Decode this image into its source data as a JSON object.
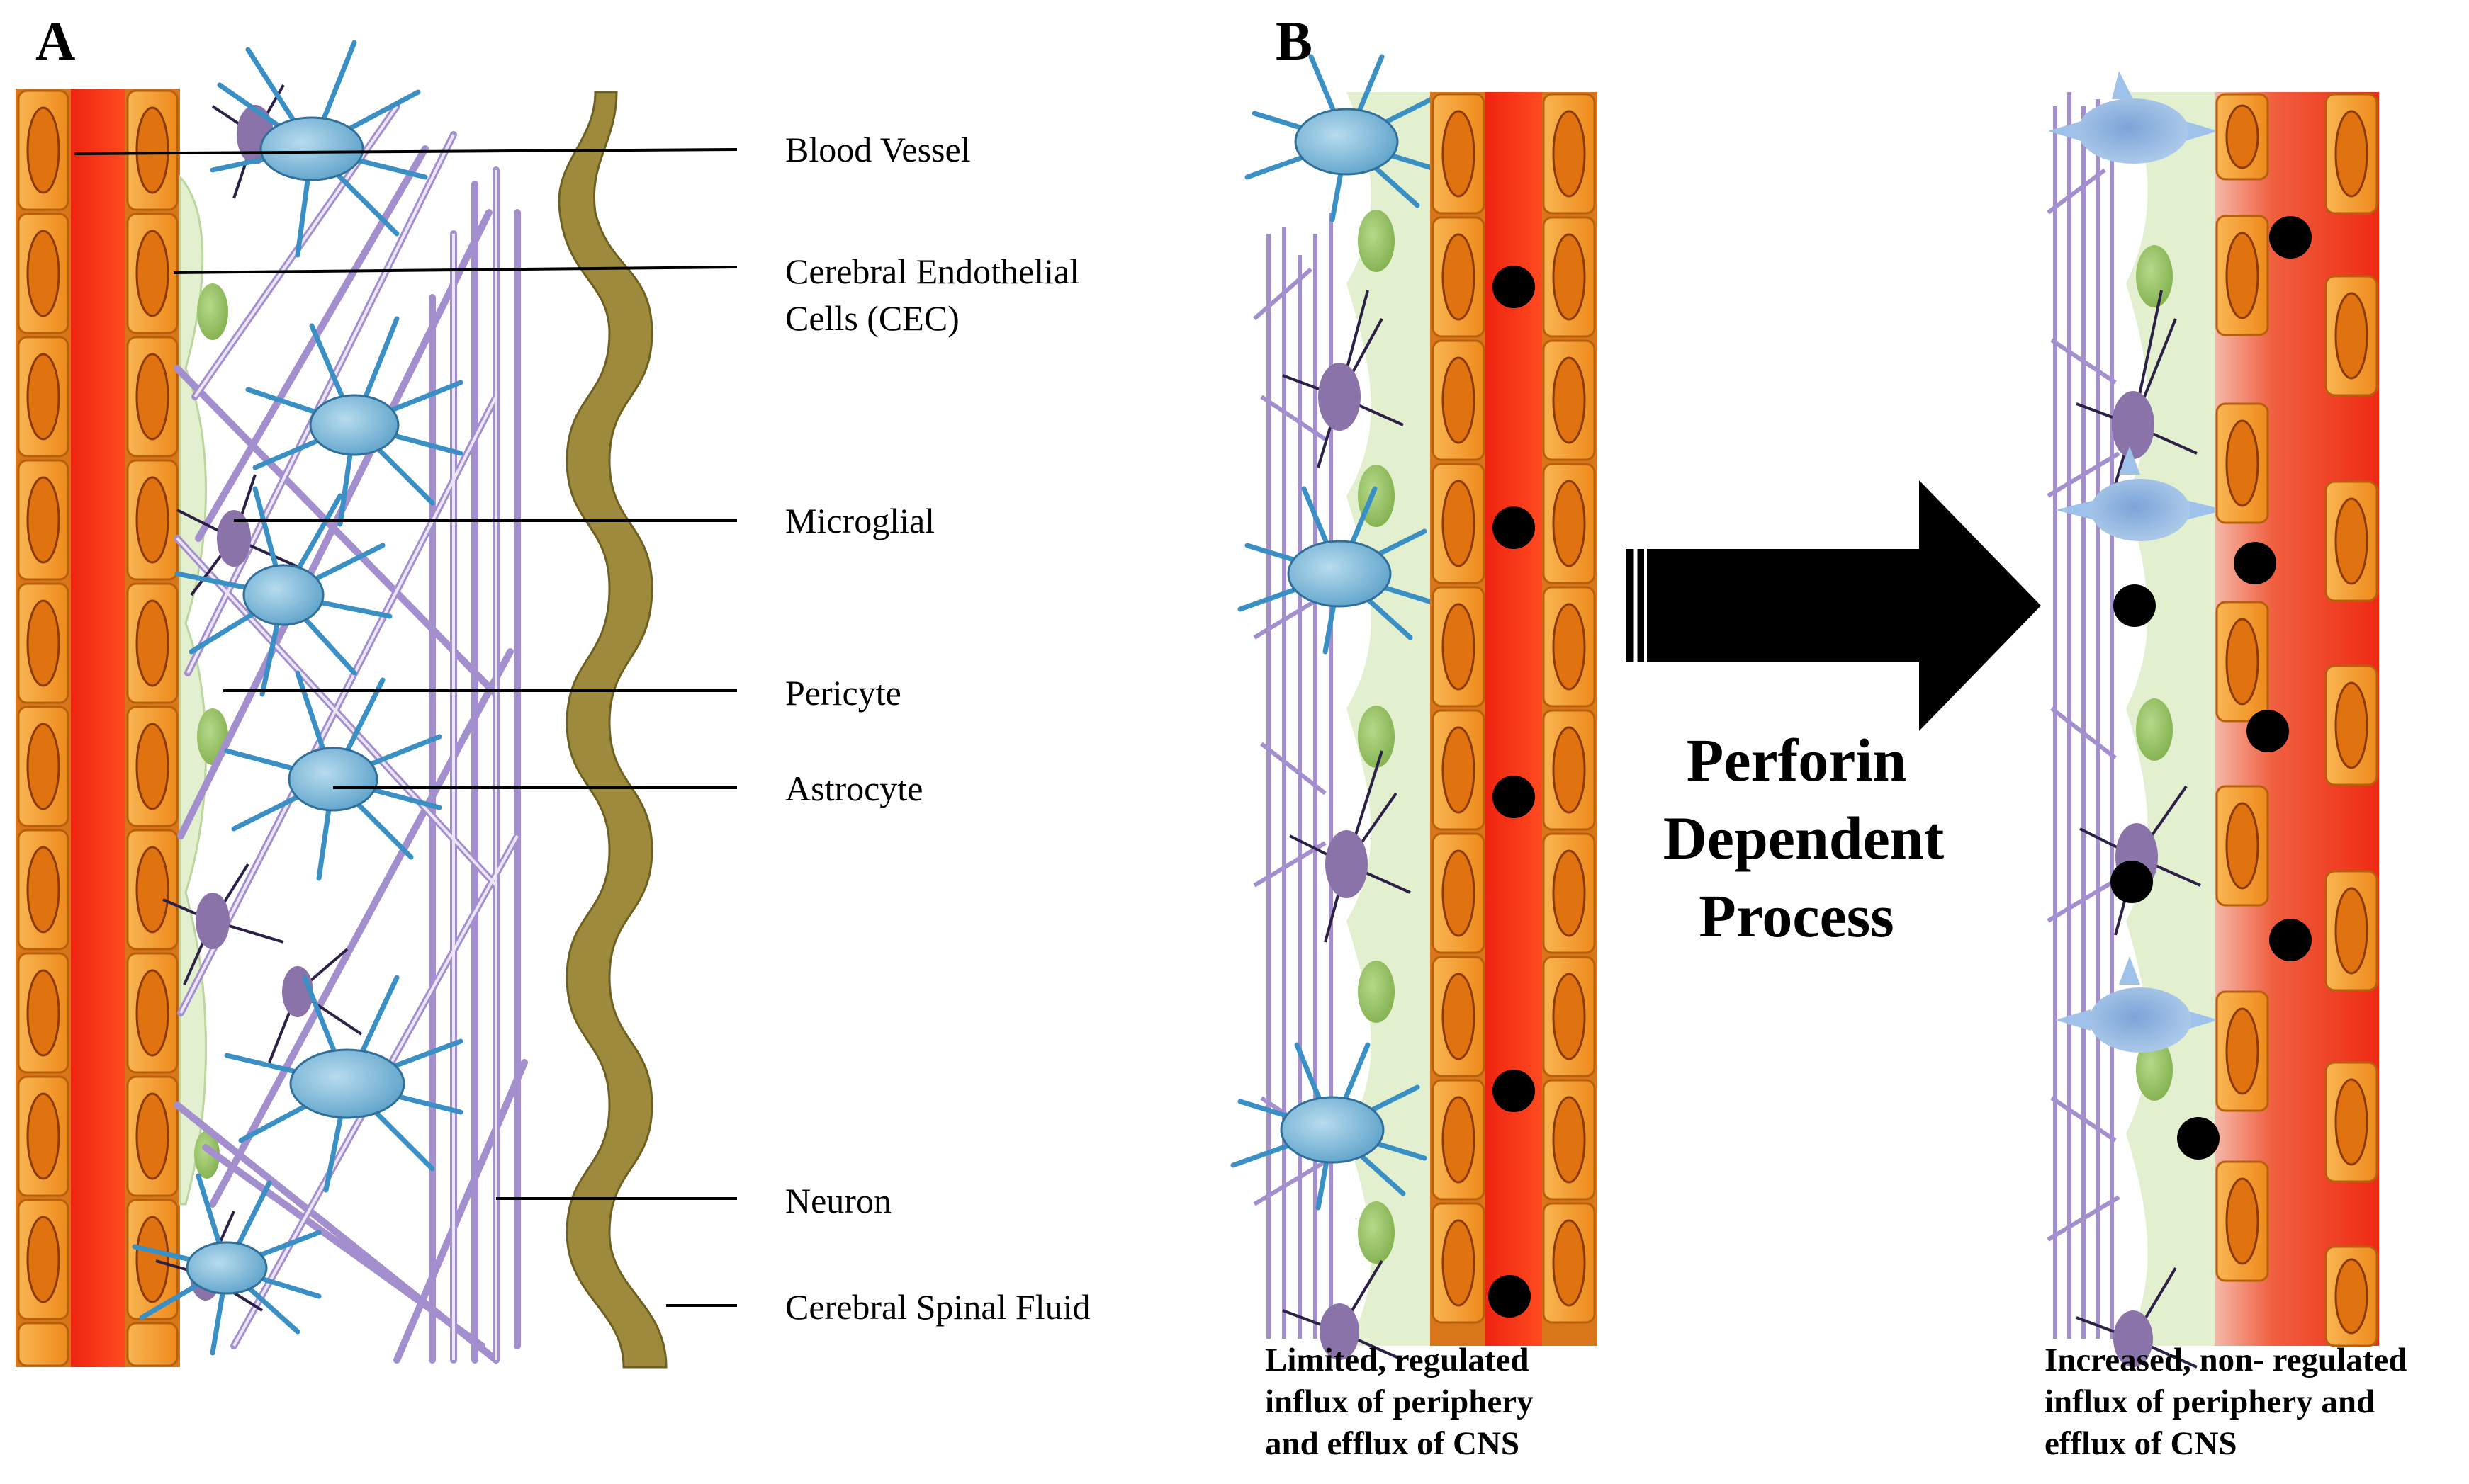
{
  "panels": {
    "a": {
      "letter": "A"
    },
    "b": {
      "letter": "B"
    }
  },
  "labels": {
    "blood_vessel": "Blood Vessel",
    "cec_line1": "Cerebral Endothelial",
    "cec_line2": "Cells (CEC)",
    "microglial": "Microglial",
    "pericyte": "Pericyte",
    "astrocyte": "Astrocyte",
    "neuron": "Neuron",
    "csf": "Cerebral Spinal Fluid"
  },
  "arrow": {
    "line1": "Perforin",
    "line2": "Dependent",
    "line3": "Process"
  },
  "captions": {
    "before": [
      "Limited, regulated",
      "influx of periphery",
      "and efflux of CNS"
    ],
    "after": [
      "Increased, non- regulated",
      "influx of periphery and",
      "efflux of CNS"
    ]
  },
  "colors": {
    "vessel_red": "#f02a12",
    "endothelial_orange": "#f39a2a",
    "nucleus_orange": "#e0730f",
    "astrocyte_blue": "#4a9cc8",
    "microglia_purple": "#8a73a8",
    "neuron_lilac": "#c0aee0",
    "pericyte_green": "#e3f0cf",
    "csf_olive": "#9d8a3c"
  }
}
